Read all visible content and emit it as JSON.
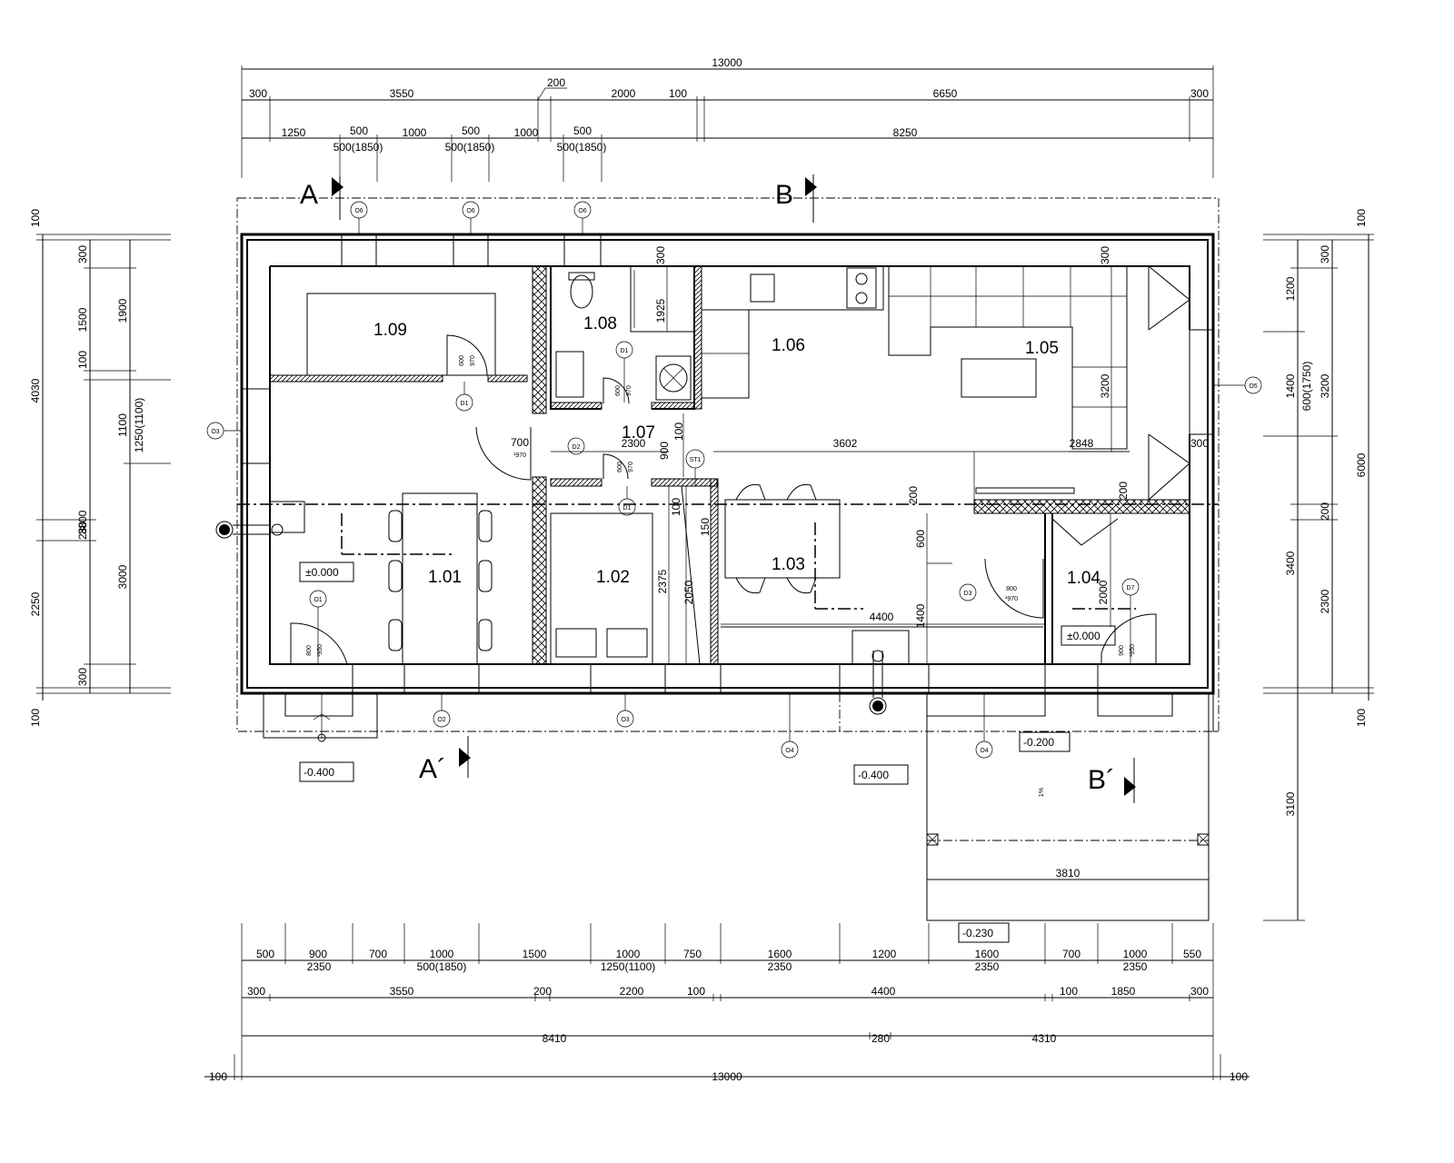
{
  "rooms": {
    "r109": "1.09",
    "r108": "1.08",
    "r107": "1.07",
    "r106": "1.06",
    "r105": "1.05",
    "r101": "1.01",
    "r102": "1.02",
    "r103": "1.03",
    "r104": "1.04"
  },
  "sections": {
    "a": "A",
    "a2": "A´",
    "b": "B",
    "b2": "B´"
  },
  "levels": {
    "zero1": "±0.000",
    "zero2": "±0.000",
    "m400a": "-0.400",
    "m400b": "-0.400",
    "m200": "-0.200",
    "m230": "-0.230"
  },
  "dims_top": {
    "total": "13000",
    "r2": [
      "300",
      "3550",
      "200",
      "2000",
      "100",
      "6650",
      "300"
    ],
    "r3": [
      "1250",
      "500",
      "1000",
      "500",
      "1000",
      "500",
      "8250"
    ],
    "r4": [
      "500(1850)",
      "500(1850)",
      "500(1850)"
    ]
  },
  "dims_bottom": {
    "r1": [
      "500",
      "900",
      "700",
      "1000",
      "1500",
      "1000",
      "750",
      "1600",
      "1200",
      "1600",
      "700",
      "1000",
      "550"
    ],
    "r1b": [
      "2350",
      "500(1850)",
      "1250(1100)",
      "2350",
      "2350",
      "2350"
    ],
    "r2": [
      "300",
      "3550",
      "200",
      "2200",
      "100",
      "4400",
      "100",
      "1850",
      "300"
    ],
    "r3": [
      "8410",
      "280",
      "4310"
    ],
    "r4": [
      "100",
      "13000",
      "100"
    ],
    "terrace": "3810"
  },
  "dims_left": {
    "outer": [
      "100",
      "4030",
      "2250",
      "100"
    ],
    "mid": [
      "300",
      "1500",
      "100",
      "280",
      "3800",
      "300"
    ],
    "inner": [
      "1900",
      "1100",
      "1250(1100)",
      "3000"
    ]
  },
  "dims_right": {
    "outer": [
      "100",
      "6000",
      "100"
    ],
    "mid": [
      "300",
      "3200",
      "200",
      "2300"
    ],
    "inner": [
      "1200",
      "1400",
      "600(1750)",
      "3400",
      "3100"
    ]
  },
  "inner_dims": {
    "d3602": "3602",
    "d2848": "2848",
    "d3200": "3200",
    "d2300": "2300",
    "d4400": "4400",
    "d1925": "1925",
    "d2375": "2375",
    "d2050": "2050",
    "d2000": "2000",
    "d1400": "1400",
    "d600": "600",
    "d200a": "200",
    "d200b": "200",
    "d300r": "300",
    "d300a": "300",
    "d300b": "300",
    "d900": "900",
    "d100a": "100",
    "d100b": "100",
    "d150": "150",
    "d700": "700",
    "d1970a": "¹970",
    "d600a": "600",
    "d970a": "970",
    "d600b": "600",
    "d970b": "970",
    "d600c": "600",
    "d970c": "970",
    "d800a": "800",
    "d1970b": "¹970",
    "d800b": "800",
    "d1950": "¹950",
    "d900b": "900",
    "d1950b": "¹950",
    "slope": "1%"
  },
  "tags": {
    "o6a": "O6",
    "o6b": "O6",
    "o6c": "O6",
    "o5": "O5",
    "o3": "O3",
    "o1": "O1",
    "o2": "O2",
    "o4a": "O4",
    "o4b": "O4",
    "o3b": "O3",
    "d1a": "D1",
    "d1b": "D1",
    "d1c": "D1",
    "d2": "D2",
    "d3": "D3",
    "d7": "D7",
    "st1": "ST1"
  }
}
